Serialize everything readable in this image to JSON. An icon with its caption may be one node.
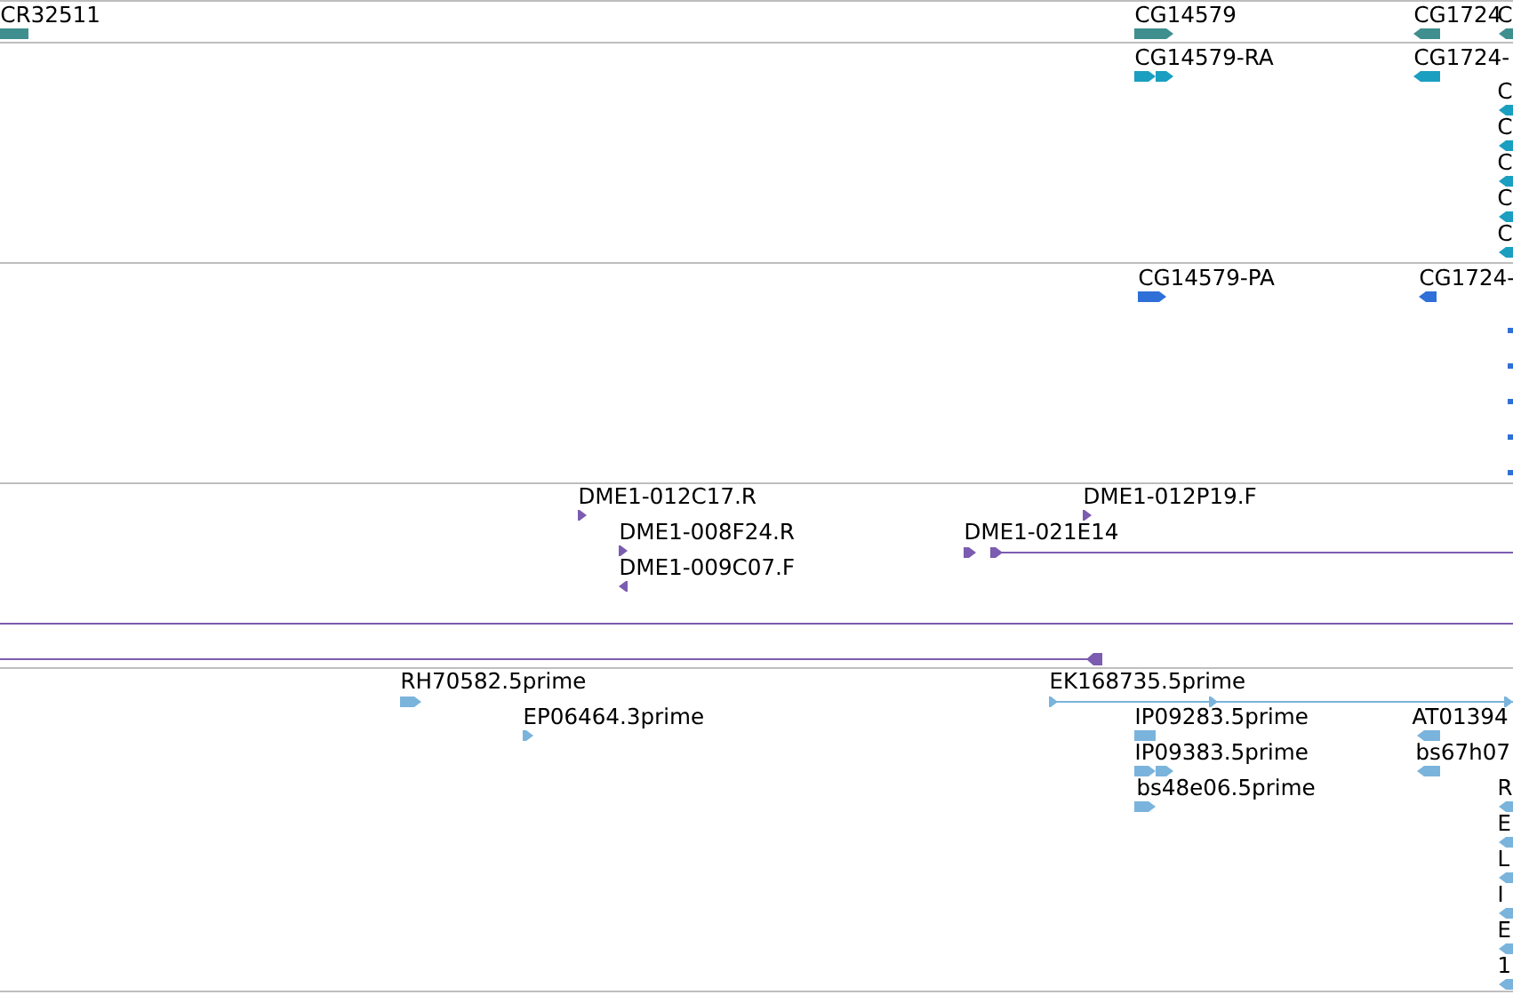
{
  "diagram": {
    "labels": [
      "CR32511",
      "CG14579",
      "CG1724",
      "C",
      "CG14579-RA",
      "CG1724-",
      "C",
      "C",
      "C",
      "C",
      "C",
      "CG14579-PA",
      "CG1724-",
      "DME1-012C17.R",
      "DME1-012P19.F",
      "DME1-008F24.R",
      "DME1-021E14",
      "DME1-009C07.F",
      "RH70582.5prime",
      "EK168735.5prime",
      "EP06464.3prime",
      "IP09283.5prime",
      "AT01394",
      "IP09383.5prime",
      "bs67h07",
      "bs48e06.5prime",
      "R",
      "E",
      "L",
      "I",
      "E",
      "1"
    ]
  }
}
